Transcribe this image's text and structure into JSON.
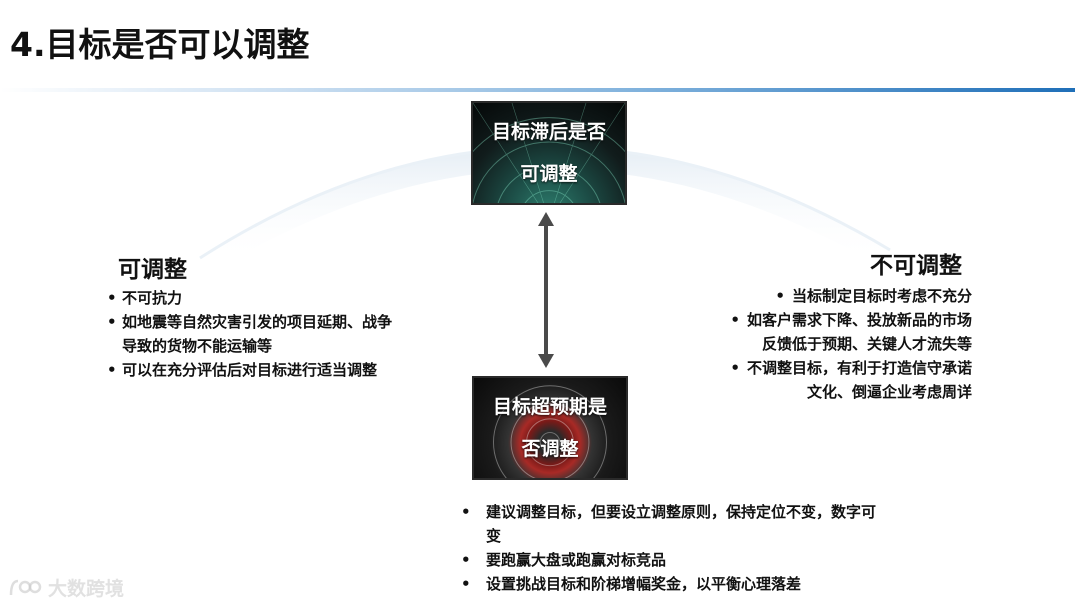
{
  "title": "4.目标是否可以调整",
  "top_card": {
    "lines": [
      "目标滞后是否",
      "可调整"
    ]
  },
  "bottom_card": {
    "lines": [
      "目标超预期是",
      "否调整"
    ]
  },
  "left": {
    "heading": "可调整",
    "items": [
      "不可抗力",
      "如地震等自然灾害引发的项目延期、战争导致的货物不能运输等",
      "可以在充分评估后对目标进行适当调整"
    ]
  },
  "right": {
    "heading": "不可调整",
    "items": [
      "当标制定目标时考虑不充分",
      "如客户需求下降、投放新品的市场",
      "反馈低于预期、关键人才流失等",
      "不调整目标，有利于打造信守承诺",
      "文化、倒逼企业考虑周详"
    ]
  },
  "bottom": {
    "items": [
      "建议调整目标，但要设立调整原则，保持定位不变，数字可变",
      "要跑赢大盘或跑赢对标竞品",
      "设置挑战目标和阶梯增幅奖金，以平衡心理落差"
    ]
  },
  "watermark": "大数跨境",
  "colors": {
    "accent": "#1f6fb8",
    "arc": "#dde8f1"
  }
}
